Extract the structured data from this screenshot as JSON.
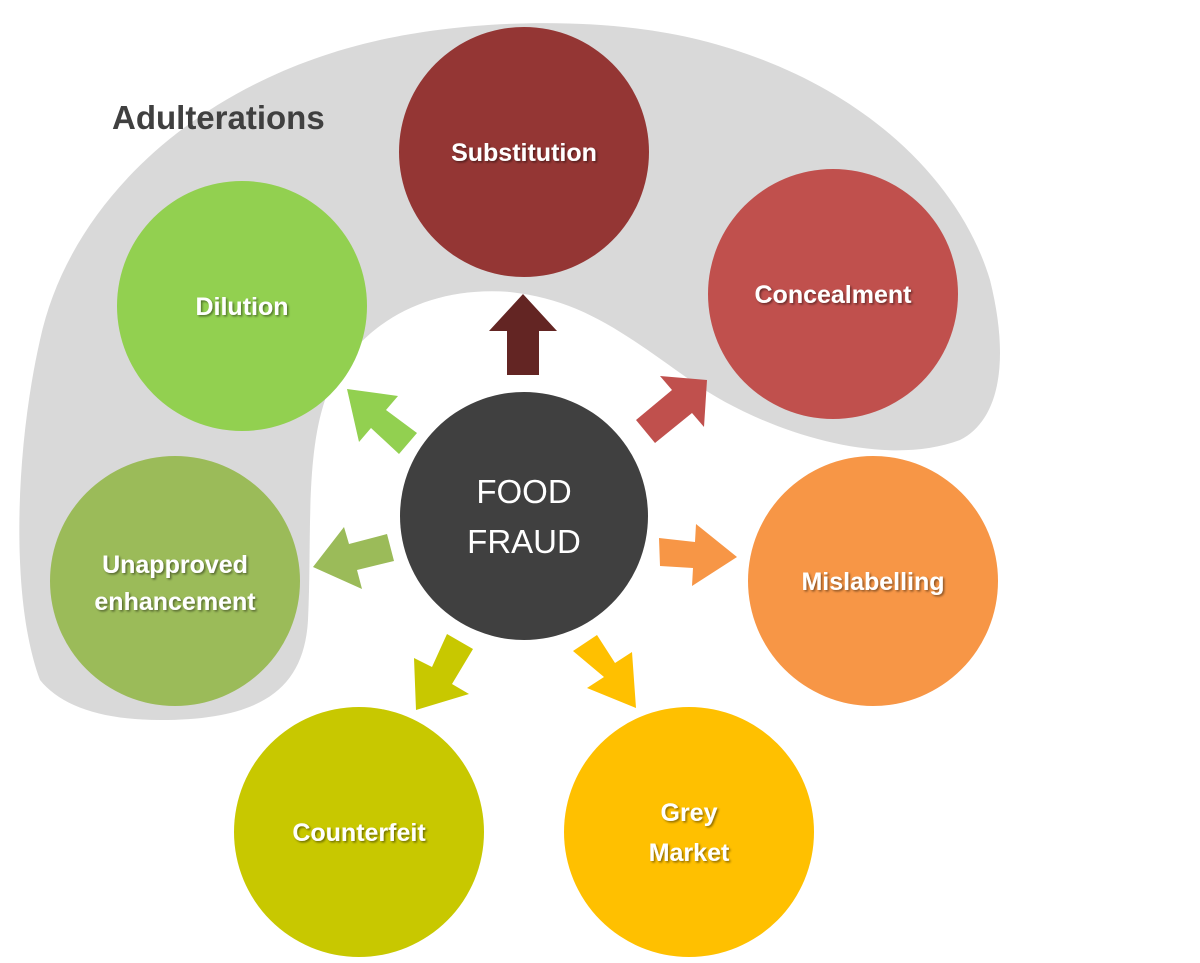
{
  "group": {
    "label": "Adulterations",
    "fill": "#d9d9d9"
  },
  "center": {
    "lines": [
      "FOOD",
      "FRAUD"
    ],
    "color": "#404040"
  },
  "nodes": [
    {
      "id": "substitution",
      "lines": [
        "Substitution"
      ],
      "color": "#943634",
      "arrow_color": "#632523"
    },
    {
      "id": "concealment",
      "lines": [
        "Concealment"
      ],
      "color": "#c0504d",
      "arrow_color": "#c0504d"
    },
    {
      "id": "mislabelling",
      "lines": [
        "Mislabelling"
      ],
      "color": "#f79646",
      "arrow_color": "#f79646"
    },
    {
      "id": "grey-market",
      "lines": [
        "Grey",
        "Market"
      ],
      "color": "#ffc000",
      "arrow_color": "#ffc000"
    },
    {
      "id": "counterfeit",
      "lines": [
        "Counterfeit"
      ],
      "color": "#c8c800",
      "arrow_color": "#c8c800"
    },
    {
      "id": "unapproved-enhancement",
      "lines": [
        "Unapproved",
        "enhancement"
      ],
      "color": "#9bbb59",
      "arrow_color": "#9bbb59"
    },
    {
      "id": "dilution",
      "lines": [
        "Dilution"
      ],
      "color": "#92d050",
      "arrow_color": "#92d050"
    }
  ]
}
